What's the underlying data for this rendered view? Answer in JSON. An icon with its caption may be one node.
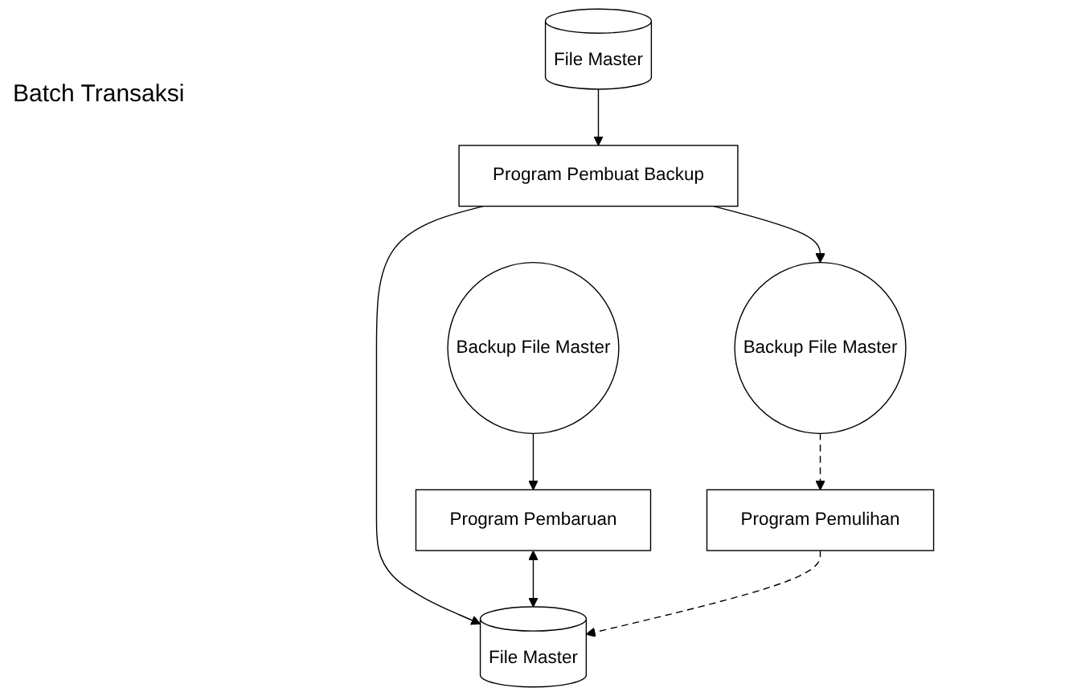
{
  "diagram": {
    "nodes": [
      {
        "text": [
          "File Master"
        ]
      },
      {
        "text": [
          "Backup File Master"
        ]
      },
      {
        "text": [
          "Program Pembuat Backup"
        ]
      },
      {
        "text": [
          "Backup File Master"
        ]
      },
      {
        "text": [
          "Program Pembaruan"
        ]
      },
      {
        "text": [
          "File Master"
        ]
      },
      {
        "text": [
          "Program Pemulihan"
        ]
      }
    ],
    "edges": [
      {
        "from": 0,
        "to": 2,
        "arrow": "to"
      },
      {
        "from": 2,
        "to": 3,
        "arrow": "to"
      },
      {
        "from": 1,
        "to": 4,
        "arrow": "to"
      },
      {
        "from": 2,
        "to": 5,
        "arrow": "to"
      },
      {
        "from": 4,
        "to": 5,
        "arrow": "both"
      },
      {
        "from": 3,
        "to": 6,
        "arrow": "to",
        "style": "dashed"
      },
      {
        "from": 6,
        "to": 5,
        "arrow": "to",
        "style": "dashed"
      }
    ],
    "labels": [
      "Batch Transaksi"
    ]
  }
}
